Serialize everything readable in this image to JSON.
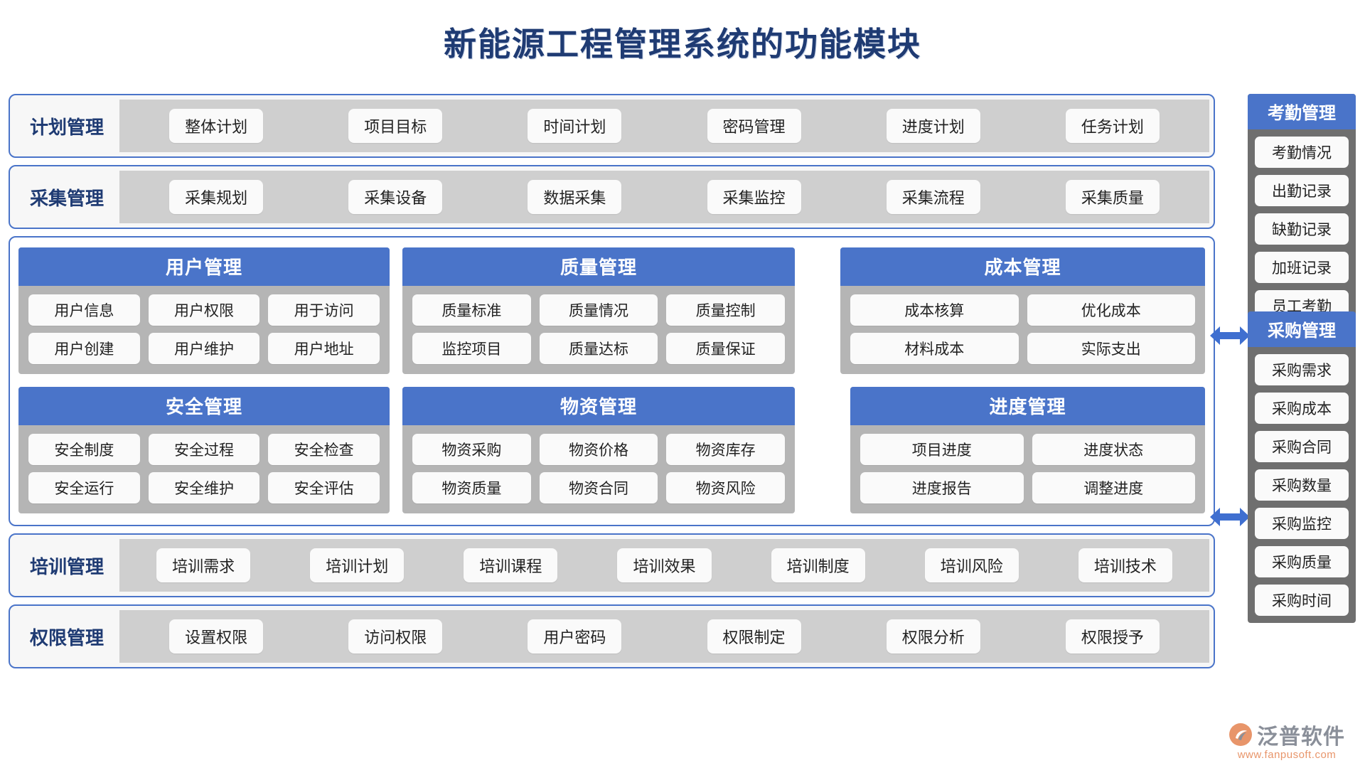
{
  "title": "新能源工程管理系统的功能模块",
  "colors": {
    "accent_blue": "#4a74c9",
    "title_blue": "#1f3b73",
    "band_inner_gray": "#cfcfcf",
    "panel_gray": "#b5b5b5",
    "sidebar_gray": "#6f6f6f",
    "chip_white": "#fafafa"
  },
  "bands": [
    {
      "label": "计划管理",
      "items": [
        "整体计划",
        "项目目标",
        "时间计划",
        "密码管理",
        "进度计划",
        "任务计划"
      ]
    },
    {
      "label": "采集管理",
      "items": [
        "采集规划",
        "采集设备",
        "数据采集",
        "采集监控",
        "采集流程",
        "采集质量"
      ]
    }
  ],
  "bottom_bands": [
    {
      "label": "培训管理",
      "items": [
        "培训需求",
        "培训计划",
        "培训课程",
        "培训效果",
        "培训制度",
        "培训风险",
        "培训技术"
      ]
    },
    {
      "label": "权限管理",
      "items": [
        "设置权限",
        "访问权限",
        "用户密码",
        "权限制定",
        "权限分析",
        "权限授予"
      ]
    }
  ],
  "center": {
    "row1": [
      {
        "head": "用户管理",
        "lines": [
          [
            "用户信息",
            "用户权限",
            "用于访问"
          ],
          [
            "用户创建",
            "用户维护",
            "用户地址"
          ]
        ]
      },
      {
        "head": "质量管理",
        "lines": [
          [
            "质量标准",
            "质量情况",
            "质量控制"
          ],
          [
            "监控项目",
            "质量达标",
            "质量保证"
          ]
        ]
      },
      {
        "head": "成本管理",
        "lines": [
          [
            "成本核算",
            "优化成本"
          ],
          [
            "材料成本",
            "实际支出"
          ]
        ]
      }
    ],
    "row2": [
      {
        "head": "安全管理",
        "lines": [
          [
            "安全制度",
            "安全过程",
            "安全检查"
          ],
          [
            "安全运行",
            "安全维护",
            "安全评估"
          ]
        ]
      },
      {
        "head": "物资管理",
        "lines": [
          [
            "物资采购",
            "物资价格",
            "物资库存"
          ],
          [
            "物资质量",
            "物资合同",
            "物资风险"
          ]
        ]
      },
      {
        "head": "进度管理",
        "lines": [
          [
            "项目进度",
            "进度状态"
          ],
          [
            "进度报告",
            "调整进度"
          ]
        ]
      }
    ]
  },
  "sidebar": [
    {
      "head": "考勤管理",
      "items": [
        "考勤情况",
        "出勤记录",
        "缺勤记录",
        "加班记录",
        "员工考勤"
      ]
    },
    {
      "head": "采购管理",
      "items": [
        "采购需求",
        "采购成本",
        "采购合同",
        "采购数量",
        "采购监控",
        "采购质量",
        "采购时间"
      ]
    }
  ],
  "logo": {
    "name": "泛普软件",
    "url": "www.fanpusoft.com"
  }
}
